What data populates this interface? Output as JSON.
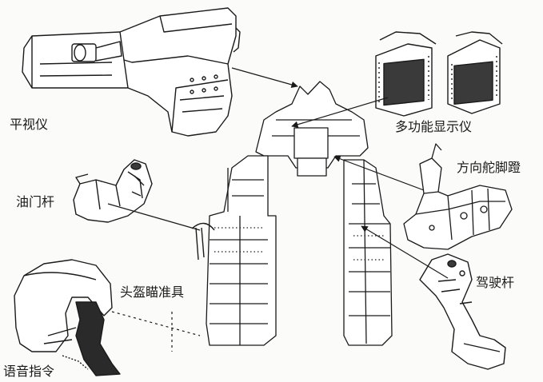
{
  "labels": {
    "hud": "平视仪",
    "mfd": "多功能显示仪",
    "rudder_pedals": "方向舵脚蹬",
    "throttle": "油门杆",
    "helmet_sight": "头盔瞄准具",
    "control_stick": "驾驶杆",
    "voice_command": "语音指令"
  },
  "colors": {
    "ink": "#1a1a1a",
    "paper": "#fbfbfa",
    "screen": "#3a3a3a"
  }
}
